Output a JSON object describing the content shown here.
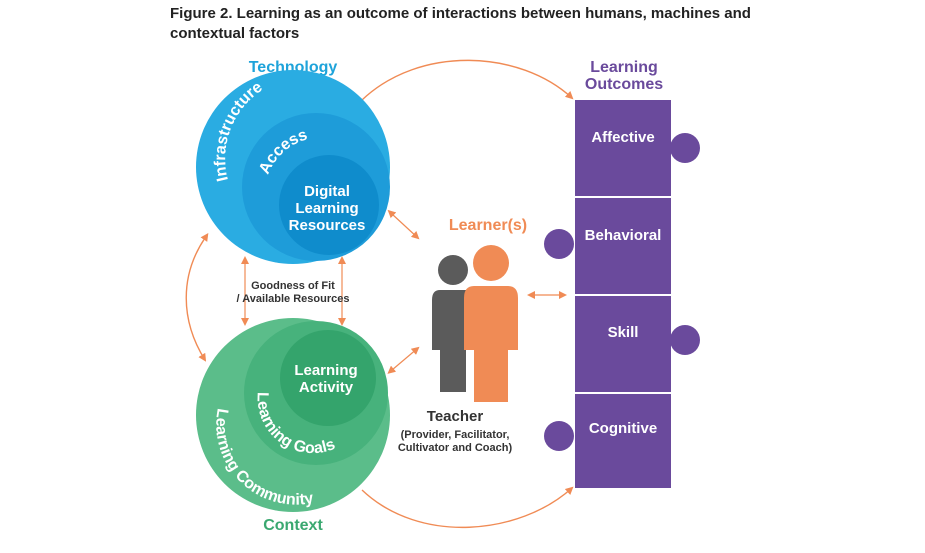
{
  "figure": {
    "title": "Figure 2. Learning as an outcome of interactions between humans, machines and contextual factors"
  },
  "colors": {
    "technology_outer": "#2aace2",
    "technology_mid": "#1e9cd9",
    "technology_inner": "#0f8ccc",
    "context_outer": "#5bbd8a",
    "context_mid": "#47b27c",
    "context_inner": "#34a46c",
    "orange": "#f08b55",
    "gray": "#5b5b5b",
    "purple": "#6a4a9c",
    "purple_text": "#6a4a9c",
    "teal_text": "#3aa870",
    "blue_text": "#1ea3da"
  },
  "technology": {
    "heading": "Technology",
    "outer": "Infrastructure",
    "middle": "Access",
    "inner_line1": "Digital",
    "inner_line2": "Learning",
    "inner_line3": "Resources"
  },
  "fit": {
    "line1": "Goodness of Fit",
    "line2": "/ Available Resources"
  },
  "context": {
    "heading": "Context",
    "outer": "Learning Community",
    "middle": "Learning Goals",
    "inner_line1": "Learning",
    "inner_line2": "Activity"
  },
  "learner": {
    "heading": "Learner(s)",
    "teacher_title": "Teacher",
    "teacher_line1": "(Provider, Facilitator,",
    "teacher_line2": "Cultivator and Coach)"
  },
  "outcomes": {
    "heading_line1": "Learning",
    "heading_line2": "Outcomes",
    "items": [
      "Affective",
      "Behavioral",
      "Skill",
      "Cognitive"
    ]
  }
}
